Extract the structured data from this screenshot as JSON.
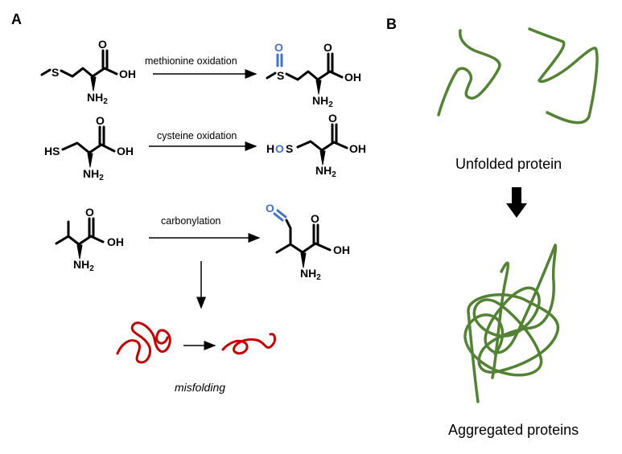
{
  "panels": {
    "a": "A",
    "b": "B"
  },
  "reactions": [
    {
      "label": "methionine oxidation"
    },
    {
      "label": "cysteine oxidation"
    },
    {
      "label": "carbonylation"
    }
  ],
  "misfolding_label": "misfolding",
  "panel_b": {
    "unfolded_label": "Unfolded protein",
    "aggregated_label": "Aggregated proteins"
  },
  "atoms": {
    "S": "S",
    "OH": "OH",
    "NH2": "NH",
    "sub2": "2",
    "HS": "HS",
    "O": "O",
    "H": "H"
  },
  "colors": {
    "bond": "#000000",
    "oxidation_highlight": "#4472c4",
    "misfolded_protein": "#c00000",
    "protein_strand": "#548235"
  },
  "icons": [
    "arrow-right-icon",
    "arrow-down-icon",
    "block-arrow-down-icon"
  ]
}
